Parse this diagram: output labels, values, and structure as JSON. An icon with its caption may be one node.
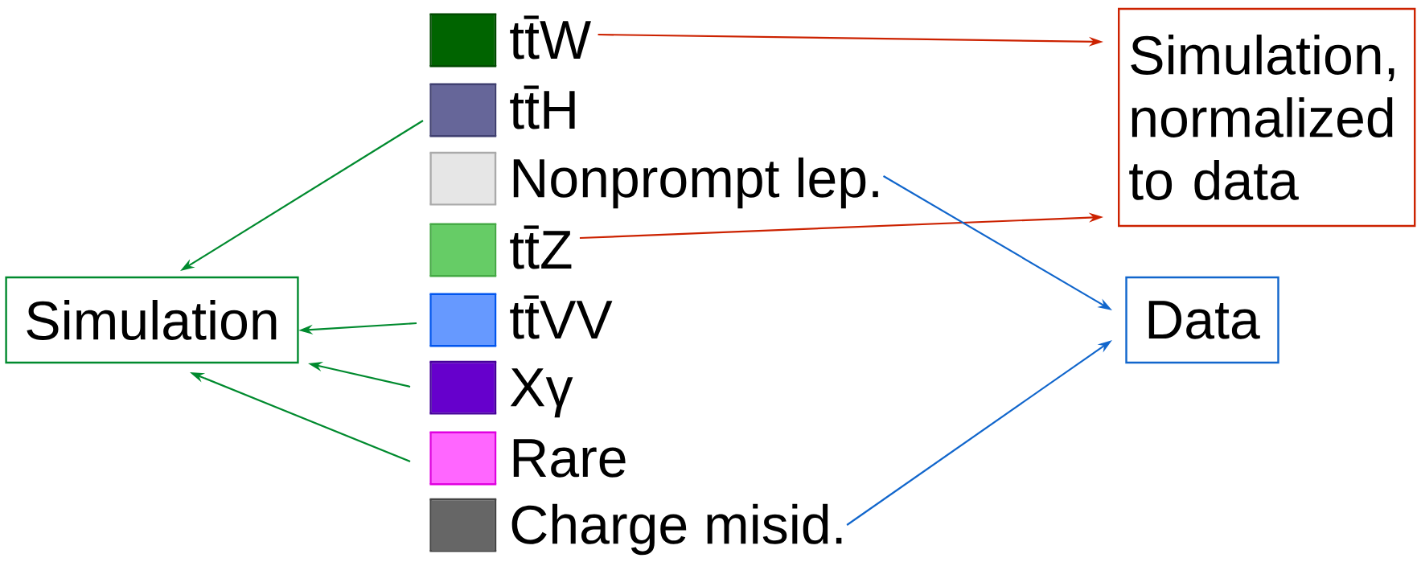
{
  "diagram": {
    "nodes": [
      {
        "text": [
          "tt̄W"
        ]
      },
      {
        "text": [
          "tt̄H"
        ]
      },
      {
        "text": [
          "Nonprompt lep."
        ]
      },
      {
        "text": [
          "tt̄Z"
        ]
      },
      {
        "text": [
          "tt̄VV"
        ]
      },
      {
        "text": [
          "Xγ"
        ]
      },
      {
        "text": [
          "Rare"
        ]
      },
      {
        "text": [
          "Charge misid."
        ]
      },
      {
        "text": [
          "Simulation"
        ]
      },
      {
        "text": [
          "Simulation, normalized to data"
        ]
      },
      {
        "text": [
          "Data"
        ]
      }
    ],
    "edges": [
      {
        "from": 0,
        "to": 9,
        "arrow": "to",
        "color": "#cc2200"
      },
      {
        "from": 3,
        "to": 9,
        "arrow": "to",
        "color": "#cc2200"
      },
      {
        "from": 1,
        "to": 8,
        "arrow": "to"
      },
      {
        "from": 4,
        "to": 8,
        "arrow": "to"
      },
      {
        "from": 5,
        "to": 8,
        "arrow": "to"
      },
      {
        "from": 6,
        "to": 8,
        "arrow": "to"
      },
      {
        "from": 2,
        "to": 10,
        "arrow": "to",
        "color": "#1166cc"
      },
      {
        "from": 7,
        "to": 10,
        "arrow": "to",
        "color": "#1166cc"
      }
    ]
  }
}
